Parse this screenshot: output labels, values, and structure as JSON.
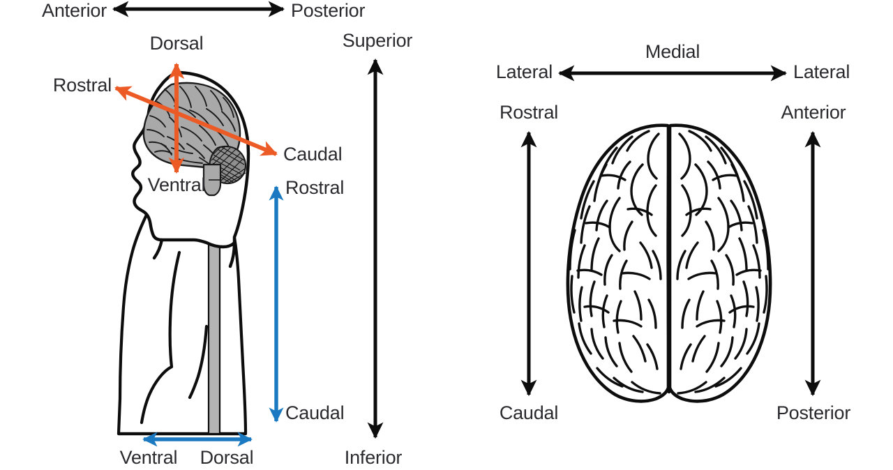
{
  "figure": {
    "title": "Anatomical directional terms: lateral (sagittal) view of head and body, and dorsal (top-down) view of brain",
    "background": "#ffffff",
    "text_color": "#2a2a2e",
    "colors": {
      "orange": "#ec5a26",
      "blue": "#1a79c0",
      "black": "#0d0d0d",
      "brain_gray": "#a9a9a9",
      "cord_gray": "#b4b4b4"
    }
  },
  "left_panel": {
    "name": "sagittal-view-panel",
    "axes": {
      "anterior_posterior": {
        "name": "anterior-posterior-axis",
        "color": "#0d0d0d",
        "orientation": "horizontal",
        "start_label": "Anterior",
        "end_label": "Posterior"
      },
      "superior_inferior": {
        "name": "superior-inferior-axis",
        "color": "#0d0d0d",
        "orientation": "vertical",
        "top_label": "Superior",
        "bottom_label": "Inferior"
      },
      "brain_dorsal_ventral": {
        "name": "brain-dorsal-ventral-axis",
        "color": "#ec5a26",
        "orientation": "vertical",
        "top_label": "Dorsal",
        "bottom_label": "Ventral"
      },
      "brain_rostral_caudal": {
        "name": "brain-rostral-caudal-axis",
        "color": "#ec5a26",
        "orientation": "diagonal",
        "start_label": "Rostral",
        "end_label": "Caudal"
      },
      "cord_rostral_caudal": {
        "name": "spinal-cord-rostral-caudal-axis",
        "color": "#1a79c0",
        "orientation": "vertical",
        "top_label": "Rostral",
        "bottom_label": "Caudal"
      },
      "cord_ventral_dorsal": {
        "name": "spinal-cord-ventral-dorsal-axis",
        "color": "#1a79c0",
        "orientation": "horizontal",
        "start_label": "Ventral",
        "end_label": "Dorsal"
      }
    },
    "illustration": {
      "name": "human-body-profile-illustration",
      "parts": [
        "head-profile",
        "brain-sagittal",
        "cerebellum",
        "brainstem",
        "spinal-cord",
        "torso-profile"
      ]
    }
  },
  "right_panel": {
    "name": "dorsal-brain-view-panel",
    "axes": {
      "lateral_medial_lateral": {
        "name": "lateral-medial-lateral-axis",
        "color": "#0d0d0d",
        "orientation": "horizontal",
        "start_label": "Lateral",
        "center_label": "Medial",
        "end_label": "Lateral"
      },
      "rostral_caudal": {
        "name": "rostral-caudal-axis",
        "color": "#0d0d0d",
        "orientation": "vertical",
        "top_label": "Rostral",
        "bottom_label": "Caudal"
      },
      "anterior_posterior": {
        "name": "anterior-posterior-axis",
        "color": "#0d0d0d",
        "orientation": "vertical",
        "top_label": "Anterior",
        "bottom_label": "Posterior"
      }
    },
    "illustration": {
      "name": "brain-dorsal-view-illustration",
      "parts": [
        "left-hemisphere",
        "right-hemisphere",
        "longitudinal-fissure",
        "gyri-sulci"
      ]
    }
  }
}
